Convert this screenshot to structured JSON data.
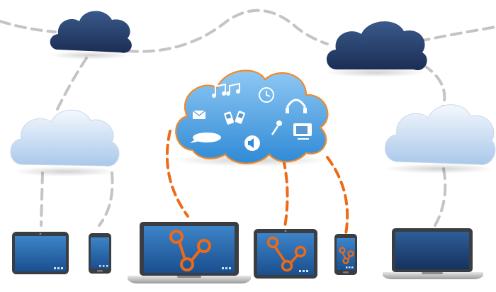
{
  "illustration": {
    "colors": {
      "dark_cloud_top": "#3a5a8a",
      "dark_cloud_bottom": "#1b2d55",
      "light_cloud_top": "#f4f8fd",
      "light_cloud_bottom": "#a9c8ea",
      "center_cloud_top": "#8ec8f4",
      "center_cloud_bottom": "#2f8ad6",
      "center_cloud_outline": "#f08a2a",
      "gray_dash": "#c4c4c4",
      "orange_dash": "#ef6a16",
      "device_body": "#3a3d42",
      "device_screen_top": "#3d84c8",
      "device_screen_bottom": "#1a4f8f",
      "share_icon": "#ef6a16"
    },
    "center_cloud_icons": [
      "music-notes-icon",
      "clock-icon",
      "headphones-icon",
      "envelope-icon",
      "mobile-phones-icon",
      "microphone-icon",
      "chat-bubble-icon",
      "speaker-icon",
      "video-camera-icon"
    ],
    "devices": [
      {
        "type": "tablet",
        "screen_icon": "none"
      },
      {
        "type": "phone",
        "screen_icon": "none"
      },
      {
        "type": "laptop",
        "screen_icon": "share-icon"
      },
      {
        "type": "tablet",
        "screen_icon": "share-icon"
      },
      {
        "type": "phone",
        "screen_icon": "share-icon"
      },
      {
        "type": "laptop",
        "screen_icon": "none"
      }
    ]
  }
}
